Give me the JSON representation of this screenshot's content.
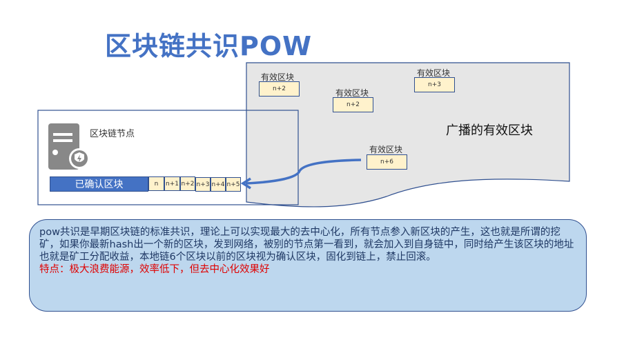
{
  "title": "区块链共识POW",
  "node": {
    "label": "区块链节点",
    "confirmed_label": "已确认区块",
    "chain": [
      "n",
      "n+1",
      "n+2",
      "n+3",
      "n+4",
      "n+5"
    ]
  },
  "broadcast": {
    "label": "广播的有效区块",
    "blocks": [
      {
        "caption": "有效区块",
        "value": "n+2"
      },
      {
        "caption": "有效区块",
        "value": "n+2"
      },
      {
        "caption": "有效区块",
        "value": "n+3"
      },
      {
        "caption": "有效区块",
        "value": "n+6"
      }
    ]
  },
  "description": {
    "text": "pow共识是早期区块链的标准共识，理论上可以实现最大的去中心化，所有节点参入新区块的产生，这也就是所谓的挖矿，如果你最新hash出一个新的区块，发到网络，被别的节点第一看到，就会加入到自身链中，同时给产生该区块的地址也就是矿工分配收益，本地链6个区块以前的区块视为确认区块，固化到链上，禁止回滚。",
    "feature": "特点：极大浪费能源，效率低下，但去中心化效果好"
  },
  "colors": {
    "accent": "#4472c4",
    "block": "#fff2cc",
    "red": "#e00000"
  }
}
